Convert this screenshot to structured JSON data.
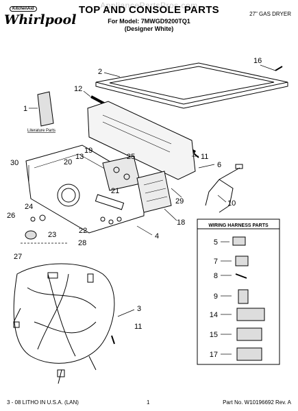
{
  "header": {
    "watermark": "AppliancePartsPros.com",
    "title": "TOP AND CONSOLE PARTS",
    "model": "For Model: 7MWGD9200TQ1",
    "color": "(Designer White)",
    "dryer_type": "27\" GAS DRYER"
  },
  "brand": {
    "name": "Whirlpool",
    "mark": "KitchenAid"
  },
  "literature_label": "Literature Parts",
  "harness_box": {
    "title": "WIRING HARNESS PARTS",
    "parts": [
      "5",
      "7",
      "8",
      "9",
      "14",
      "15",
      "17"
    ]
  },
  "callouts": {
    "c1": "1",
    "c2": "2",
    "c3": "3",
    "c4": "4",
    "c6": "6",
    "c10": "10",
    "c11a": "11",
    "c11b": "11",
    "c12": "12",
    "c13": "13",
    "c16": "16",
    "c18": "18",
    "c19": "19",
    "c20": "20",
    "c21": "21",
    "c22": "22",
    "c23": "23",
    "c24": "24",
    "c25": "25",
    "c26": "26",
    "c27": "27",
    "c28": "28",
    "c29": "29",
    "c30": "30"
  },
  "footer": {
    "litho": "3 - 08 LITHO IN U.S.A. (LAN)",
    "page": "1",
    "part_no": "Part No. W10196692 Rev. A"
  }
}
